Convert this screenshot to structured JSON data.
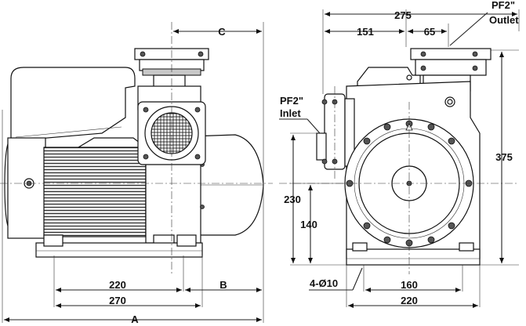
{
  "drawing": {
    "labels": {
      "C": "C",
      "B": "B",
      "A": "A",
      "d275": "275",
      "d151": "151",
      "d65": "65",
      "d230": "230",
      "d140": "140",
      "d375": "375",
      "d220_side": "220",
      "d270": "270",
      "d160": "160",
      "d220_front": "220",
      "holes": "4-Ø10"
    },
    "callouts": {
      "outlet_line1": "PF2\"",
      "outlet_line2": "Outlet",
      "inlet_line1": "PF2\"",
      "inlet_line2": "Inlet"
    }
  }
}
